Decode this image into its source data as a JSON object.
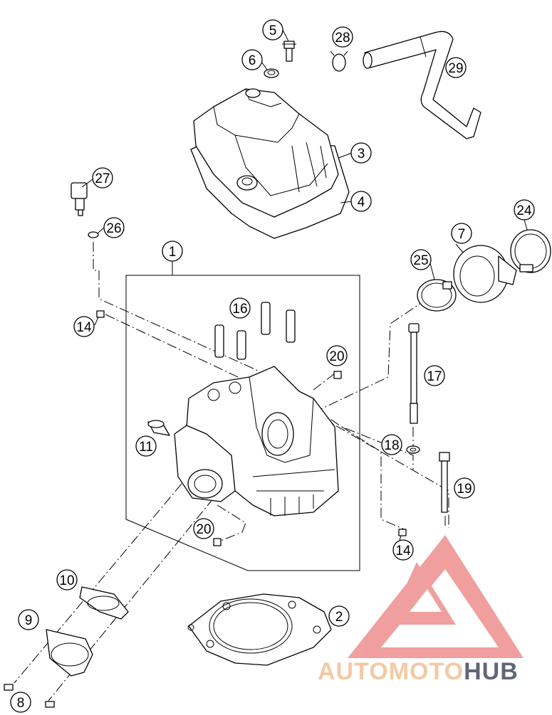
{
  "callouts": [
    "1",
    "2",
    "3",
    "4",
    "5",
    "6",
    "7",
    "8",
    "9",
    "10",
    "11",
    "14",
    "14",
    "16",
    "17",
    "18",
    "19",
    "20",
    "20",
    "24",
    "25",
    "26",
    "27",
    "28",
    "29"
  ],
  "watermark": {
    "part1": "AUTO",
    "part2": "MOTO",
    "part3": "HUB",
    "color_auto": "#f4c9a4",
    "color_moto": "#f4c9a4",
    "color_hub": "#5f6775",
    "logo_color": "#e6524f"
  },
  "parts": [
    {
      "name": "cylinder-head",
      "number": "1"
    },
    {
      "name": "cylinder-head-gasket",
      "number": "2"
    },
    {
      "name": "valve-cover",
      "number": "3"
    },
    {
      "name": "valve-cover-gasket",
      "number": "4"
    },
    {
      "name": "screw",
      "number": "5"
    },
    {
      "name": "seal-ring",
      "number": "6"
    },
    {
      "name": "intake-flange",
      "number": "7"
    },
    {
      "name": "screw",
      "number": "8"
    },
    {
      "name": "exhaust-flange",
      "number": "9"
    },
    {
      "name": "exhaust-gasket",
      "number": "10"
    },
    {
      "name": "dowel-sleeve",
      "number": "11"
    },
    {
      "name": "plug",
      "number": "14"
    },
    {
      "name": "valve-guides",
      "number": "16"
    },
    {
      "name": "stud",
      "number": "17"
    },
    {
      "name": "washer",
      "number": "18"
    },
    {
      "name": "bolt",
      "number": "19"
    },
    {
      "name": "plug",
      "number": "20"
    },
    {
      "name": "hose-clamp",
      "number": "24"
    },
    {
      "name": "hose-clamp",
      "number": "25"
    },
    {
      "name": "seal-ring",
      "number": "26"
    },
    {
      "name": "temperature-sensor",
      "number": "27"
    },
    {
      "name": "hose-clip",
      "number": "28"
    },
    {
      "name": "breather-hose",
      "number": "29"
    }
  ]
}
